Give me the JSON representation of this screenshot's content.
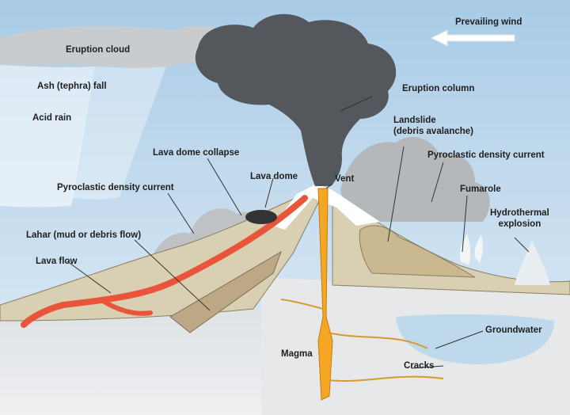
{
  "labels": {
    "prevailing_wind": "Prevailing wind",
    "eruption_cloud": "Eruption cloud",
    "ash_fall": "Ash (tephra) fall",
    "acid_rain": "Acid rain",
    "eruption_column": "Eruption column",
    "landslide_line1": "Landslide",
    "landslide_line2": "(debris avalanche)",
    "lava_dome_collapse": "Lava dome collapse",
    "pdc_right": "Pyroclastic density current",
    "lava_dome": "Lava dome",
    "vent": "Vent",
    "pdc_left": "Pyroclastic density current",
    "fumarole": "Fumarole",
    "hydrothermal_line1": "Hydrothermal",
    "hydrothermal_line2": "explosion",
    "lahar": "Lahar (mud or debris flow)",
    "lava_flow": "Lava flow",
    "groundwater": "Groundwater",
    "magma": "Magma",
    "cracks": "Cracks"
  },
  "colors": {
    "sky": "#cfe3f3",
    "ash_cloud": "#54575c",
    "gray_cloud": "#b8babc",
    "ground": "#d9cfb2",
    "crust": "#e4e6e8",
    "magma": "#f5a623",
    "lava": "#e8553a",
    "groundwater": "#b9d7ec",
    "wind_arrow": "#ffffff"
  }
}
